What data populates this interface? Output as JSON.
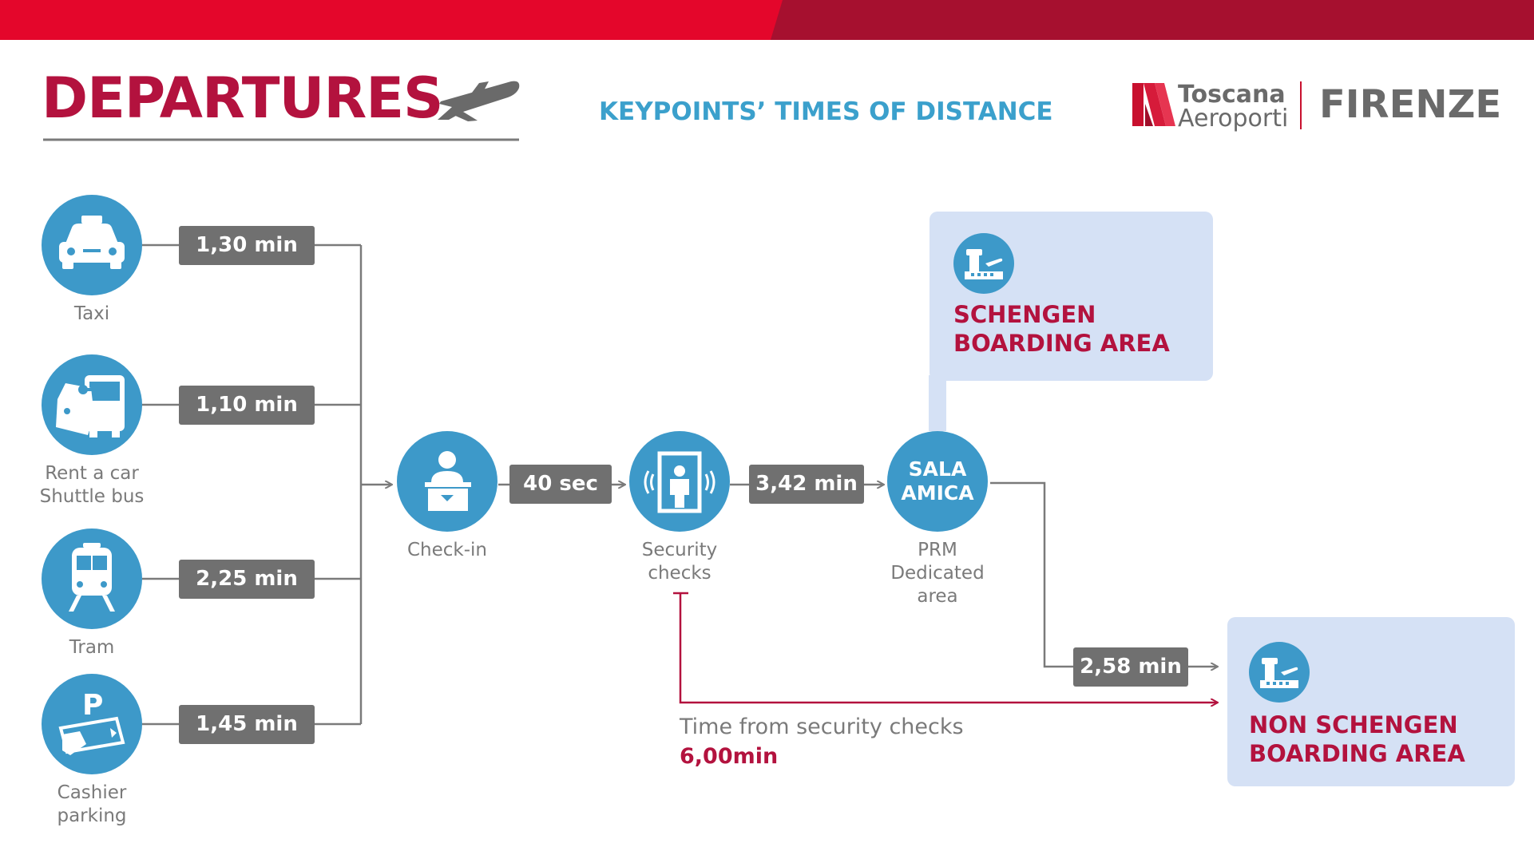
{
  "header": {
    "title": "DEPARTURES",
    "subtitle": "KEYPOINTS’ TIMES OF DISTANCE",
    "logo_line1": "Toscana",
    "logo_line2": "Aeroporti",
    "city": "FIRENZE"
  },
  "arrivals": [
    {
      "label": "Taxi",
      "time": "1,30 min",
      "icon": "taxi-icon"
    },
    {
      "label_line1": "Rent a car",
      "label_line2": "Shuttle bus",
      "time": "1,10 min",
      "icon": "rental-car-bus-icon"
    },
    {
      "label": "Tram",
      "time": "2,25 min",
      "icon": "tram-icon"
    },
    {
      "label_line1": "Cashier",
      "label_line2": "parking",
      "time": "1,45 min",
      "icon": "parking-ticket-icon"
    }
  ],
  "checkin": {
    "label": "Check-in",
    "time_to_security": "40 sec"
  },
  "security": {
    "label_line1": "Security",
    "label_line2": "checks",
    "time_to_sala": "3,42 min"
  },
  "sala": {
    "name_line1": "SALA",
    "name_line2": "AMICA",
    "label_line1": "PRM",
    "label_line2": "Dedicated",
    "label_line3": "area",
    "time_to_non_schengen": "2,58 min"
  },
  "schengen": {
    "line1": "SCHENGEN",
    "line2": "BOARDING AREA"
  },
  "non_schengen": {
    "line1": "NON SCHENGEN",
    "line2": "BOARDING AREA"
  },
  "security_note": {
    "text": "Time from security checks",
    "value": "6,00min"
  },
  "colors": {
    "brand_red": "#b3123e",
    "accent_blue": "#3ba0cc",
    "badge_gray": "#707070",
    "panel_blue": "#d5e1f5"
  }
}
